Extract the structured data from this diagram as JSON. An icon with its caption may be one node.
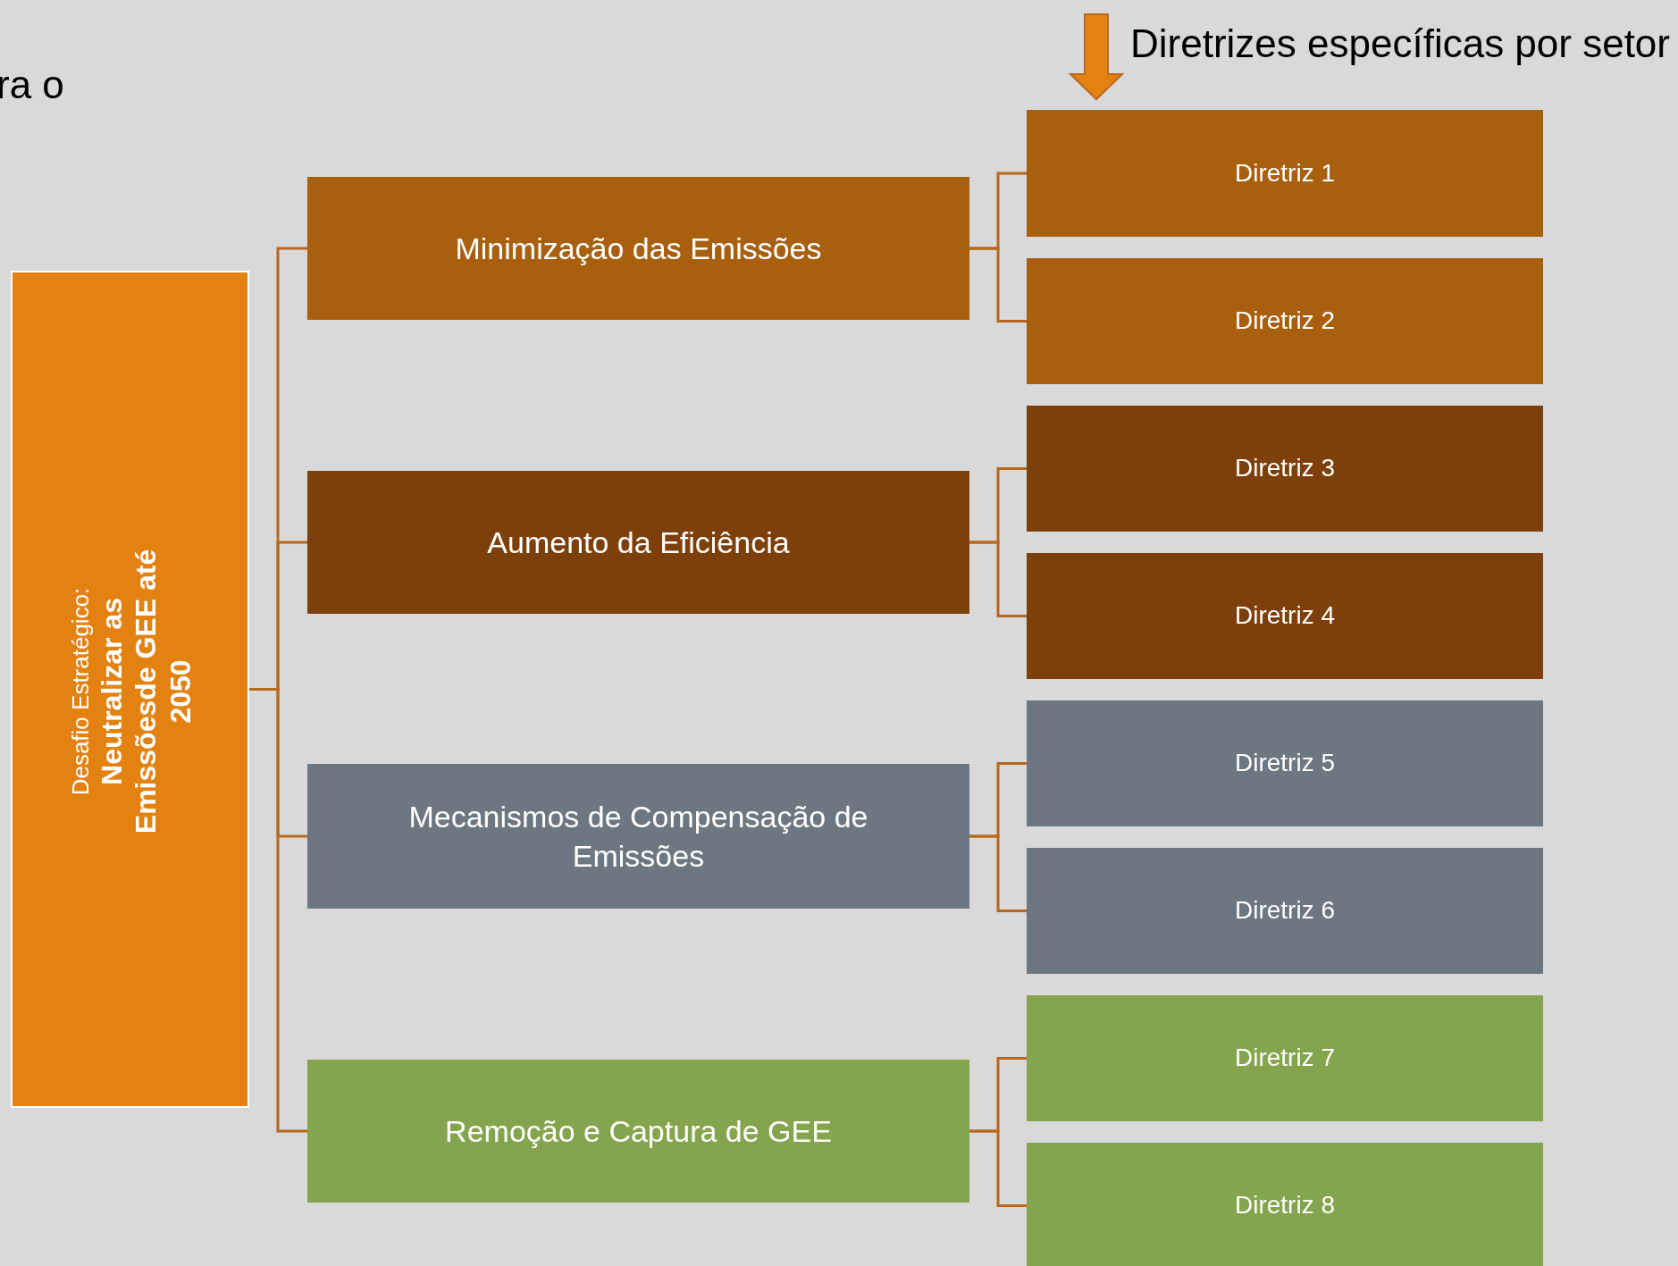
{
  "diagram": {
    "nodes": [
      {
        "text": [
          "Desafio Estratégico:",
          "Neutralizar as Emissõesde GEE até 2050"
        ]
      },
      {
        "text": [
          "Minimização das Emissões"
        ]
      },
      {
        "text": [
          "Aumento da Eficiência"
        ]
      },
      {
        "text": [
          "Mecanismos de Compensação de Emissões"
        ]
      },
      {
        "text": [
          "Remoção e Captura de GEE"
        ]
      },
      {
        "text": [
          "Diretriz 1"
        ]
      },
      {
        "text": [
          "Diretriz 2"
        ]
      },
      {
        "text": [
          "Diretriz 3"
        ]
      },
      {
        "text": [
          "Diretriz 4"
        ]
      },
      {
        "text": [
          "Diretriz 5"
        ]
      },
      {
        "text": [
          "Diretriz 6"
        ]
      },
      {
        "text": [
          "Diretriz 7"
        ]
      },
      {
        "text": [
          "Diretriz 8"
        ]
      }
    ],
    "edges": [
      {
        "from": 0,
        "to": 1,
        "arrow": "none"
      },
      {
        "from": 0,
        "to": 2,
        "arrow": "none"
      },
      {
        "from": 0,
        "to": 3,
        "arrow": "none"
      },
      {
        "from": 0,
        "to": 4,
        "arrow": "none"
      },
      {
        "from": 1,
        "to": 5,
        "arrow": "none"
      },
      {
        "from": 1,
        "to": 6,
        "arrow": "none"
      },
      {
        "from": 2,
        "to": 7,
        "arrow": "none"
      },
      {
        "from": 2,
        "to": 8,
        "arrow": "none"
      },
      {
        "from": 3,
        "to": 9,
        "arrow": "none"
      },
      {
        "from": 3,
        "to": 10,
        "arrow": "none"
      },
      {
        "from": 4,
        "to": 11,
        "arrow": "none"
      },
      {
        "from": 4,
        "to": 12,
        "arrow": "none"
      }
    ],
    "labels": [
      "ra o",
      "Diretrizes específicas por setor"
    ]
  }
}
